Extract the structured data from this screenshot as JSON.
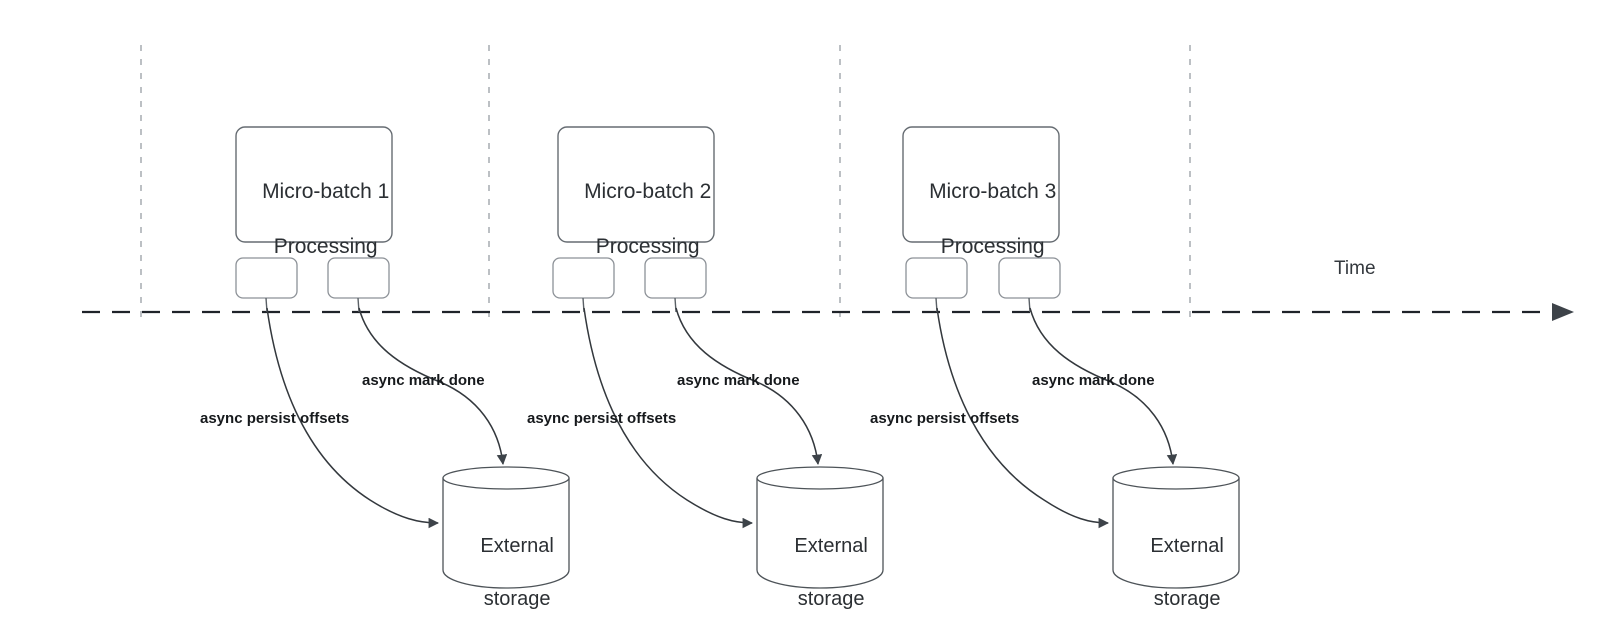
{
  "diagram": {
    "title_axis": "Time",
    "groups": [
      {
        "id": "group-1",
        "batch_label_line1": "Micro-batch 1",
        "batch_label_line2": "Processing",
        "storage_label_line1": "External",
        "storage_label_line2": "storage",
        "edge_persist_label": "async persist offsets",
        "edge_markdone_label": "async mark done"
      },
      {
        "id": "group-2",
        "batch_label_line1": "Micro-batch 2",
        "batch_label_line2": "Processing",
        "storage_label_line1": "External",
        "storage_label_line2": "storage",
        "edge_persist_label": "async persist offsets",
        "edge_markdone_label": "async mark done"
      },
      {
        "id": "group-3",
        "batch_label_line1": "Micro-batch 3",
        "batch_label_line2": "Processing",
        "storage_label_line1": "External",
        "storage_label_line2": "storage",
        "edge_persist_label": "async persist offsets",
        "edge_markdone_label": "async mark done"
      }
    ],
    "colors": {
      "background": "#ffffff",
      "shape_stroke": "#666c72",
      "cylinder_stroke": "#4d5358",
      "timeline_stroke": "#1f2329",
      "tick_stroke": "#bcc0c4",
      "text": "#2b2f33",
      "edge_label_text": "#16191c"
    }
  }
}
